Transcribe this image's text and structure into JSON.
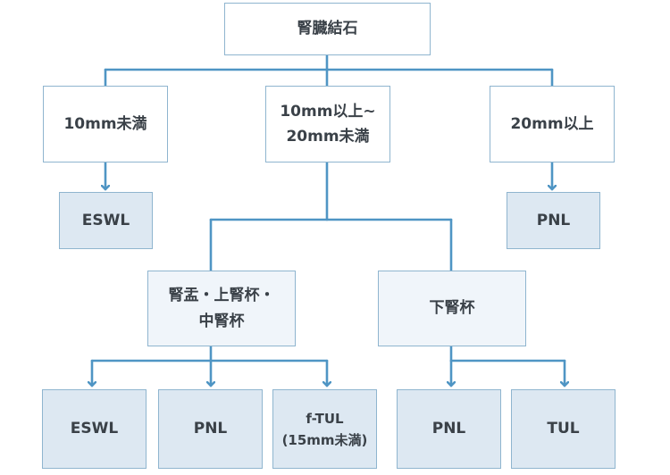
{
  "colors": {
    "connector": "#4f95c4",
    "border": "#8fb5cf",
    "fill_white": "#ffffff",
    "fill_pale": "#f0f5fa",
    "fill_blue": "#dde8f2",
    "text": "#3a4148"
  },
  "nodes": {
    "root": "腎臓結石",
    "size_small": "10mm未満",
    "size_medium": "10mm以上~\n20mm未満",
    "size_large": "20mm以上",
    "small_treatment": "ESWL",
    "large_treatment": "PNL",
    "location_upper": "腎盂・上腎杯・\n中腎杯",
    "location_lower": "下腎杯",
    "upper_eswl": "ESWL",
    "upper_pnl": "PNL",
    "upper_ftul": "f-TUL\n(15mm未満)",
    "lower_pnl": "PNL",
    "lower_tul": "TUL"
  }
}
